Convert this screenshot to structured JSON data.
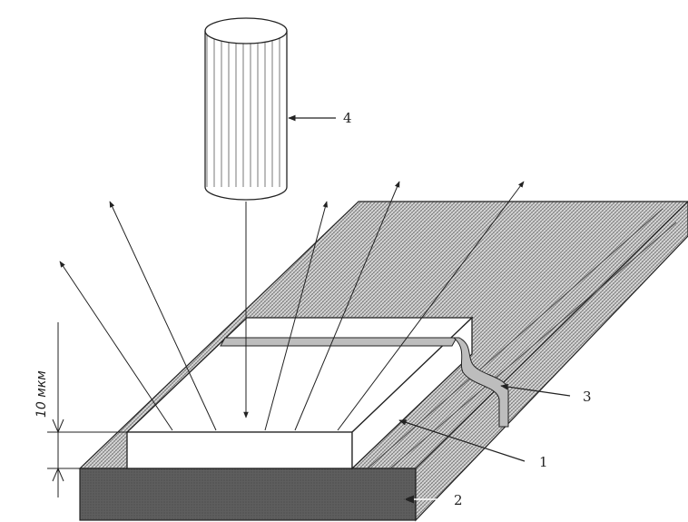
{
  "callouts": {
    "film": "1",
    "substrate": "2",
    "conductor": "3",
    "beam": "4"
  },
  "scale_label": "10 мкм",
  "colors": {
    "line": "#222222",
    "substrate": "#5a5a5a",
    "hatch": "#8a8a8a",
    "film": "#ffffff",
    "conductor": "#bdbdbd"
  }
}
